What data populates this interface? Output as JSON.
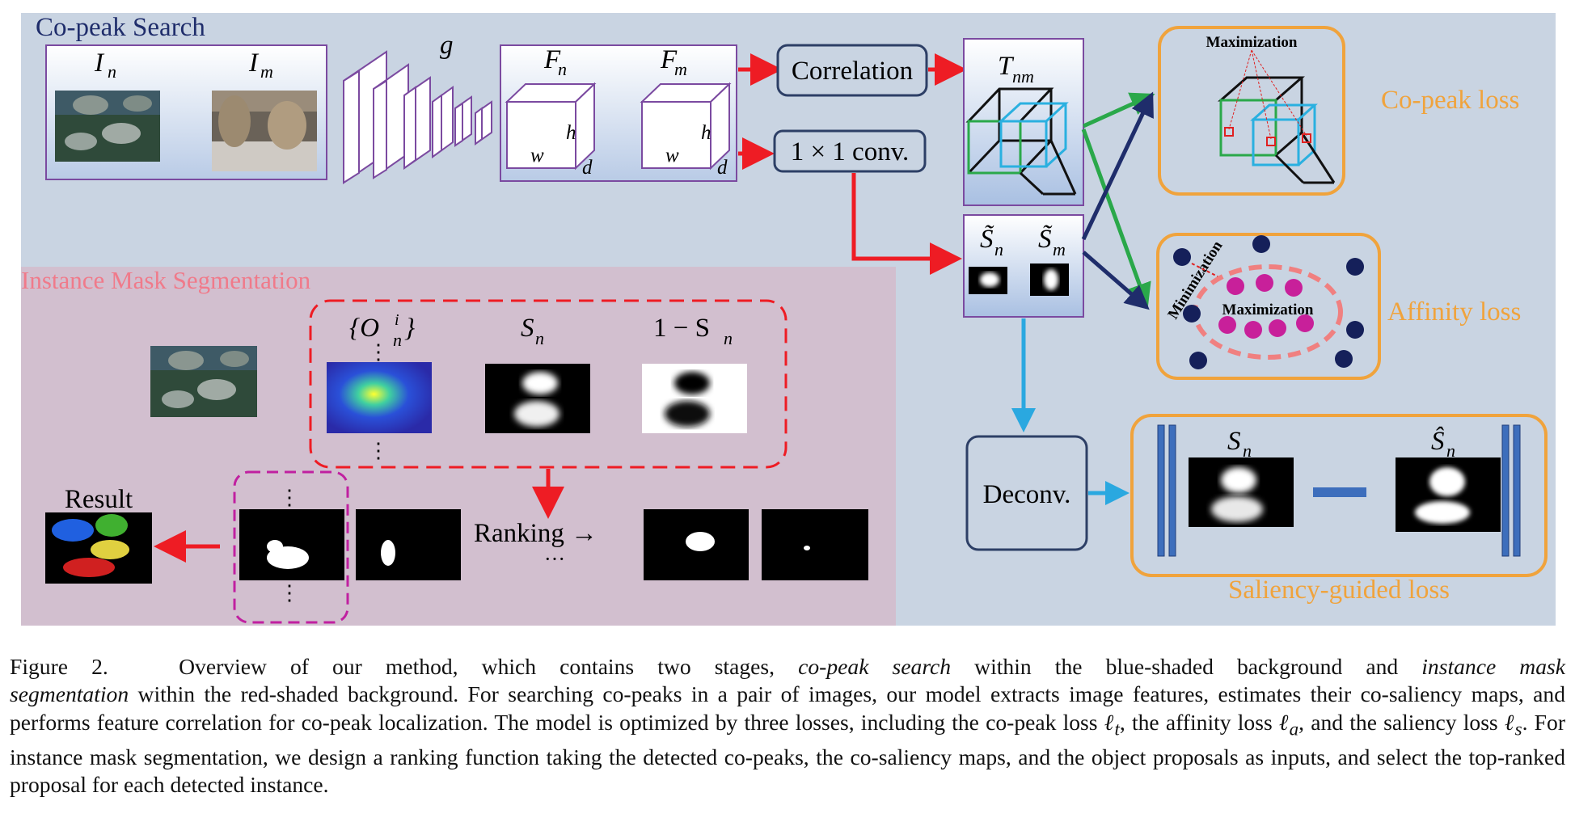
{
  "stage1": {
    "title": "Co-peak Search",
    "img_n_label": "I",
    "img_n_sub": "n",
    "img_m_label": "I",
    "img_m_sub": "m",
    "g_label": "g",
    "feat_n": "F",
    "feat_n_sub": "n",
    "feat_m": "F",
    "feat_m_sub": "m",
    "cube_h": "h",
    "cube_w": "w",
    "cube_d": "d",
    "correlation": "Correlation",
    "conv": "1 × 1 conv.",
    "tnm": "T",
    "tnm_sub": "nm",
    "sal_n": "S̃",
    "sal_n_sub": "n",
    "sal_m": "S̃",
    "sal_m_sub": "m",
    "deconv": "Deconv."
  },
  "losses": {
    "copeak_label": "Co-peak loss",
    "copeak_max": "Maximization",
    "affinity_label": "Affinity loss",
    "affinity_min": "Minimization",
    "affinity_max": "Maximization",
    "saliency_label": "Saliency-guided loss",
    "sal_sn": "S",
    "sal_sn_sub": "n",
    "sal_hat": "Ŝ",
    "sal_hat_sub": "n"
  },
  "stage2": {
    "title": "Instance Mask Segmentation",
    "proposals": "{O",
    "proposals_sup": "i",
    "proposals_sub": "n",
    "proposals_close": "}",
    "sn": "S",
    "sn_sub": "n",
    "one_minus": "1 − S",
    "one_minus_sub": "n",
    "dots_v": "⋮",
    "ranking": "Ranking →",
    "dots_h": "···",
    "result": "Result"
  },
  "caption": {
    "fig_label": "Figure 2.",
    "t1": "Overview of our method, which contains two stages,",
    "i1": "co-peak search",
    "t2": "within the blue-shaded background and",
    "i2": "instance mask",
    "i3": "segmentation",
    "t3": "within the red-shaded background. For searching co-peaks in a pair of images, our model extracts image features, estimates their co-saliency maps, and performs feature correlation for co-peak localization. The model is optimized by three losses, including the co-peak loss",
    "lt": "ℓ",
    "lt_sub": "t",
    "t4": ", the affinity loss",
    "la": "ℓ",
    "la_sub": "a",
    "t5": ", and the saliency loss",
    "ls": "ℓ",
    "ls_sub": "s",
    "t6": ". For instance mask segmentation, we design a ranking function taking the detected co-peaks, the co-saliency maps, and the object proposals as inputs, and select the top-ranked proposal for each detected instance."
  },
  "colors": {
    "blue_bg": "#c9d4e2",
    "red_bg": "#d2bfcf",
    "orange": "#f0a33c",
    "red_arrow": "#ee1c24",
    "navy": "#1f2d6b",
    "green": "#2aa84a",
    "cyan_arrow": "#2aa8e0",
    "title_blue": "#1f2d6b",
    "title_pink": "#f07a8a"
  }
}
